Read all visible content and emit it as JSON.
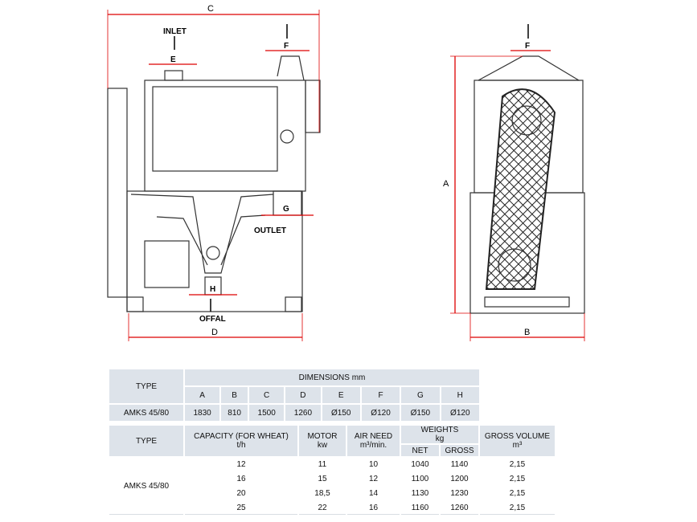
{
  "drawing": {
    "labels": {
      "c": "C",
      "inlet": "INLET",
      "e": "E",
      "f": "F",
      "g": "G",
      "outlet": "OUTLET",
      "h": "H",
      "offal": "OFFAL",
      "d": "D",
      "a": "A",
      "b": "B",
      "f2": "F"
    }
  },
  "dimensions_table": {
    "type_header": "TYPE",
    "group_header": "DIMENSIONS mm",
    "columns": [
      "A",
      "B",
      "C",
      "D",
      "E",
      "F",
      "G",
      "H"
    ],
    "rows": [
      {
        "type": "AMKS 45/80",
        "values": [
          "1830",
          "810",
          "1500",
          "1260",
          "Ø150",
          "Ø120",
          "Ø150",
          "Ø120"
        ]
      }
    ]
  },
  "specs_table": {
    "headers": {
      "type": "TYPE",
      "capacity": "CAPACITY (FOR WHEAT)",
      "capacity_unit": "t/h",
      "motor": "MOTOR",
      "motor_unit": "kw",
      "air": "AIR NEED",
      "air_unit": "m³/min.",
      "weights": "WEIGHTS",
      "weights_unit": "kg",
      "net": "NET",
      "gross": "GROSS",
      "volume": "GROSS VOLUME",
      "volume_unit": "m³"
    },
    "type": "AMKS 45/80",
    "rows": [
      {
        "capacity": "12",
        "motor": "11",
        "air": "10",
        "net": "1040",
        "gross": "1140",
        "volume": "2,15"
      },
      {
        "capacity": "16",
        "motor": "15",
        "air": "12",
        "net": "1100",
        "gross": "1200",
        "volume": "2,15"
      },
      {
        "capacity": "20",
        "motor": "18,5",
        "air": "14",
        "net": "1130",
        "gross": "1230",
        "volume": "2,15"
      },
      {
        "capacity": "25",
        "motor": "22",
        "air": "16",
        "net": "1160",
        "gross": "1260",
        "volume": "2,15"
      }
    ]
  }
}
